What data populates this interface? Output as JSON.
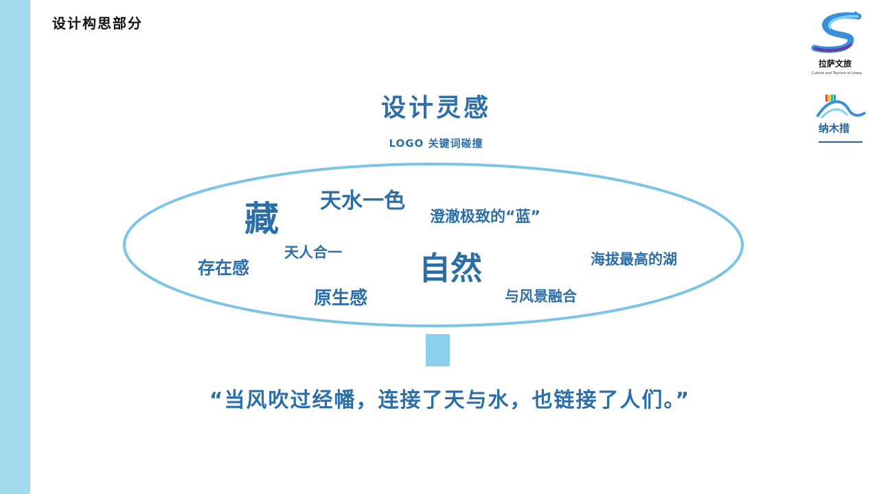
{
  "section_title": "设计构思部分",
  "heading": "设计灵感",
  "subheading": "LOGO 关键词碰撞",
  "keywords": {
    "zang": "藏",
    "tianshui": "天水一色",
    "chengche": "澄澈极致的“蓝”",
    "tianren": "天人合一",
    "cunzai": "存在感",
    "ziran": "自然",
    "haiba": "海拔最高的湖",
    "yuansheng": "原生感",
    "fengjing": "与风景融合"
  },
  "quote": "“当风吹过经幡，连接了天与水，也链接了人们。”",
  "logos": {
    "lhasa_title": "拉萨文旅",
    "lhasa_caption": "Culture and Tourism of Lhasa",
    "namtso_title": "纳木措"
  },
  "colors": {
    "accent": "#2b6ea8",
    "ellipse": "#7cc4e6",
    "left_bar": "#a3daf0",
    "connector": "#8ccfee"
  }
}
